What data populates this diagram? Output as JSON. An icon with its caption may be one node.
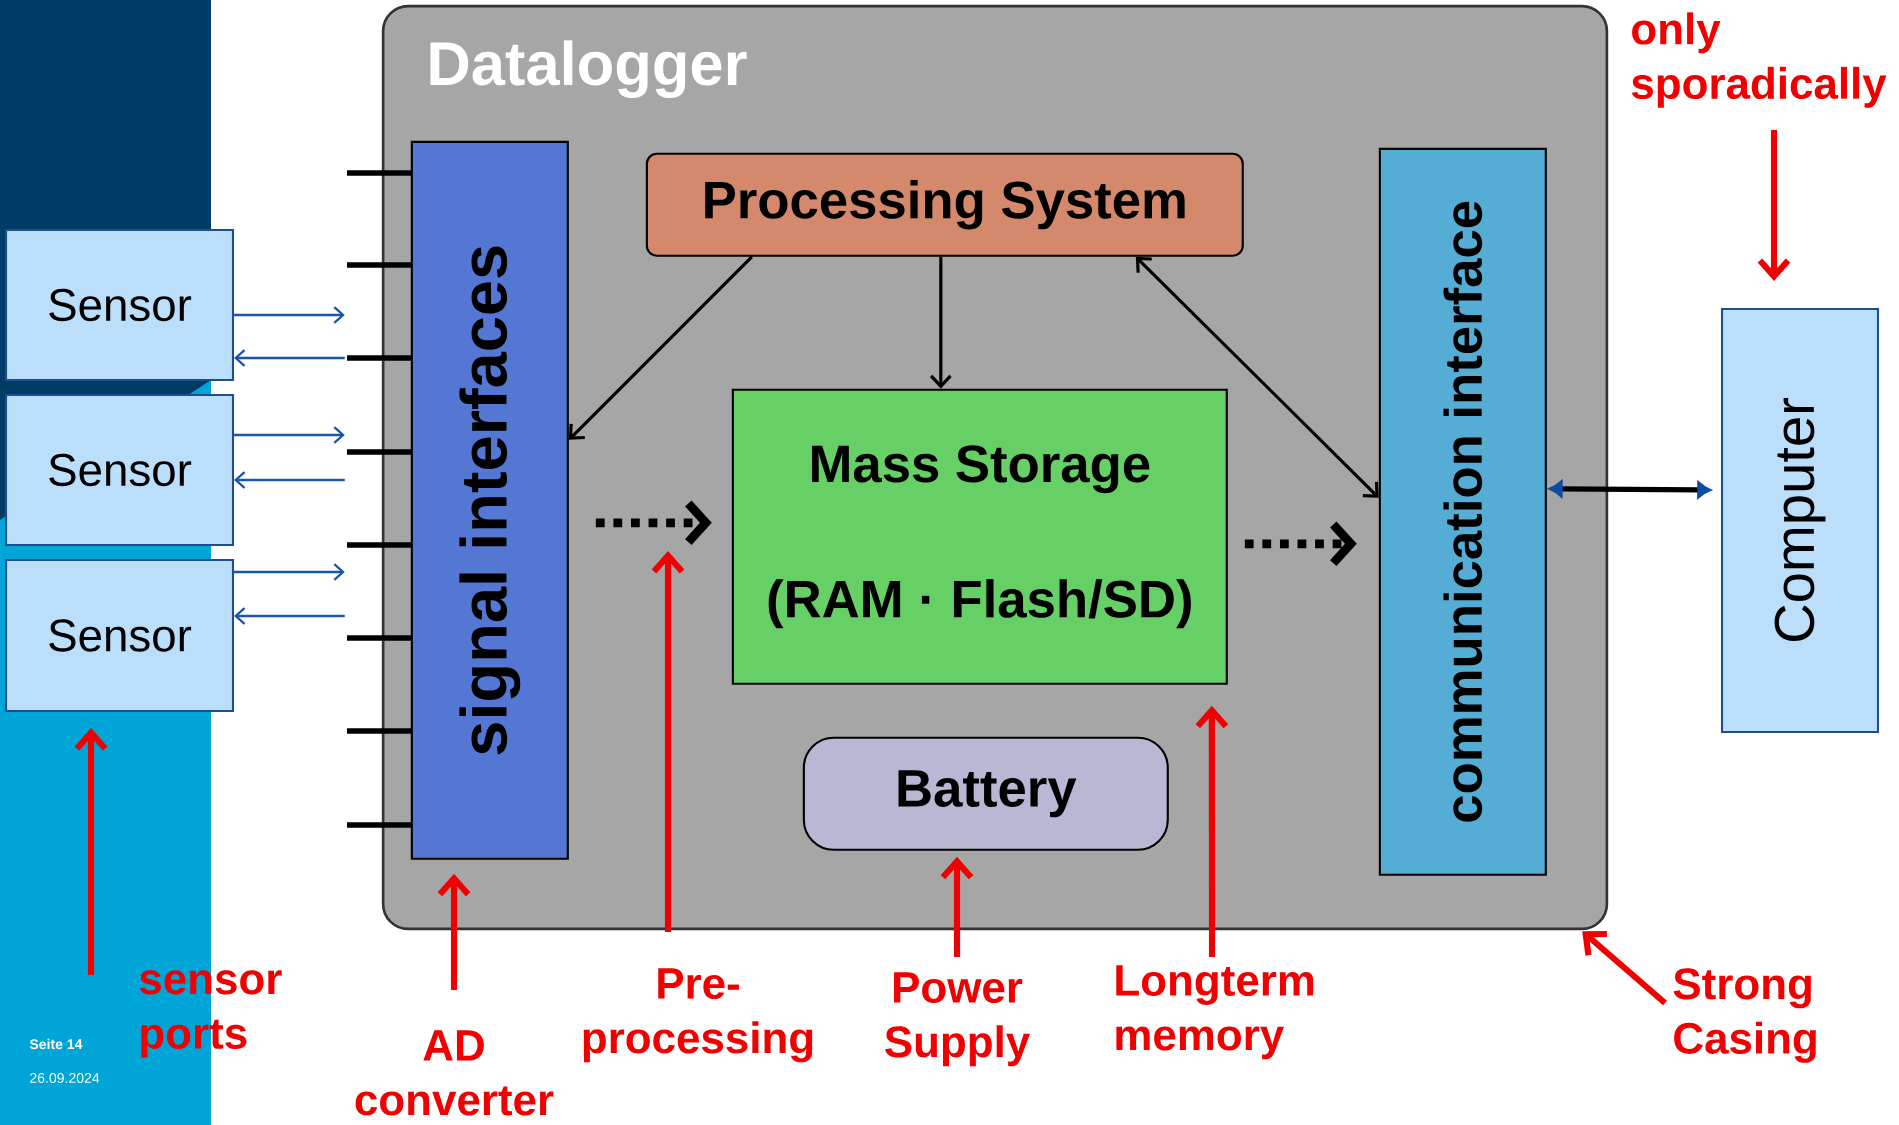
{
  "diagram": {
    "nodes": [
      {
        "text": [
          "Datalogger"
        ]
      },
      {
        "text": [
          "signal interfaces"
        ],
        "in": 0
      },
      {
        "text": [
          "Processing System"
        ],
        "in": 0
      },
      {
        "text": [
          "Mass Storage",
          "(RAM · Flash/SD)"
        ],
        "in": 0
      },
      {
        "text": [
          "Battery"
        ],
        "in": 0
      },
      {
        "text": [
          "communication interface"
        ],
        "in": 0
      },
      {
        "text": [
          "Sensor"
        ]
      },
      {
        "text": [
          "Sensor"
        ]
      },
      {
        "text": [
          "Sensor"
        ]
      },
      {
        "text": [
          "Computer"
        ]
      },
      {
        "text": [
          "sensor ports"
        ]
      },
      {
        "text": [
          "AD converter"
        ]
      },
      {
        "text": [
          "Pre- processing"
        ]
      },
      {
        "text": [
          "Power Supply"
        ]
      },
      {
        "text": [
          "Longterm memory"
        ]
      },
      {
        "text": [
          "Strong Casing"
        ]
      },
      {
        "text": [
          "only sporadically"
        ]
      }
    ],
    "edges": [
      {
        "from": 2,
        "to": 1,
        "arrow": "to",
        "color": "#000000"
      },
      {
        "from": 2,
        "to": 3,
        "arrow": "to",
        "color": "#000000"
      },
      {
        "from": 2,
        "to": 5,
        "arrow": "both",
        "color": "#000000"
      },
      {
        "from": 1,
        "to": 3,
        "arrow": "to",
        "style": "dashed",
        "color": "#000000"
      },
      {
        "from": 3,
        "to": 5,
        "arrow": "to",
        "style": "dashed",
        "color": "#000000"
      },
      {
        "from": 5,
        "to": 9,
        "arrow": "both",
        "color": "#000000"
      },
      {
        "from": 6,
        "to": 1,
        "arrow": "to",
        "color": "#1a56a8"
      },
      {
        "from": 1,
        "to": 6,
        "arrow": "to",
        "color": "#1a56a8"
      },
      {
        "from": 7,
        "to": 1,
        "arrow": "to",
        "color": "#1a56a8"
      },
      {
        "from": 1,
        "to": 7,
        "arrow": "to",
        "color": "#1a56a8"
      },
      {
        "from": 8,
        "to": 1,
        "arrow": "to",
        "color": "#1a56a8"
      },
      {
        "from": 1,
        "to": 8,
        "arrow": "to",
        "color": "#1a56a8"
      },
      {
        "from": 10,
        "to": 8,
        "arrow": "to",
        "color": "#f00000"
      },
      {
        "from": 11,
        "to": 1,
        "arrow": "to",
        "color": "#f00000"
      },
      {
        "from": 12,
        "to": null,
        "arrow": "to",
        "color": "#f00000"
      },
      {
        "from": 13,
        "to": 4,
        "arrow": "to",
        "color": "#f00000"
      },
      {
        "from": 14,
        "to": 3,
        "arrow": "to",
        "color": "#f00000"
      },
      {
        "from": 15,
        "to": 0,
        "arrow": "to",
        "color": "#f00000"
      },
      {
        "from": 16,
        "to": 9,
        "arrow": "to",
        "color": "#f00000"
      }
    ],
    "labels": [
      "Seite 14",
      "26.09.2024"
    ]
  }
}
